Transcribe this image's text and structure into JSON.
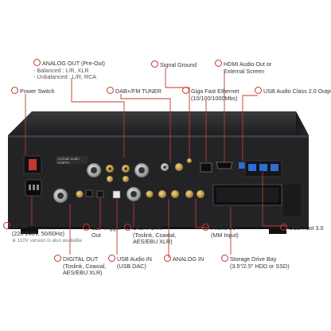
{
  "callouts": {
    "analog_out": {
      "title": "ANALOG OUT (Pre-Out)",
      "balanced": "- Balanced : L/R, XLR",
      "unbalanced": "- Unbalanced : L/R, RCA"
    },
    "signal_ground": "Signal Ground",
    "hdmi_audio_out": {
      "line1": "HDMI Audio Out or",
      "line2": "External Screen"
    },
    "power_switch": "Power Switch",
    "dab_fm_tuner": "DAB+/FM TUNER",
    "giga_ethernet": {
      "line1": "Giga Fast Ethernet",
      "line2": "(10/100/1000Mbs)"
    },
    "usb_audio_class": "USB Audio Class 2.0 Output",
    "ac_in": {
      "title": "AC IN",
      "spec": "(220-240V, 50/60Hz)",
      "note": "※ 110V version is also available"
    },
    "trigger_out": {
      "line1": "12V Trigger",
      "line2": "Out"
    },
    "digital_in": {
      "title": "DIGITAL IN",
      "line2": "(Toslink, Coaxial,",
      "line3": "AES/EBU XLR)"
    },
    "phono_in": {
      "title": "Phono IN",
      "line2": "(MM Input)"
    },
    "usb_host": "USB Host 3.0",
    "digital_out": {
      "title": "DIGITAL OUT",
      "line2": "(Toslink, Coaxial,",
      "line3": "AES/EBU XLR)"
    },
    "usb_audio_in": {
      "title": "USB Audio IN",
      "line2": "(USB DAC)"
    },
    "analog_in": "ANALOG IN",
    "storage_bay": {
      "title": "Storage Drive Bay",
      "line2": "(3.5\"/2.5\" HDD or SSD)"
    }
  },
  "device": {
    "brand_label": "cocktail audio",
    "model_label": "X45Pro"
  },
  "icons": {
    "callout_marker": "red-circle-marker"
  },
  "colors": {
    "accent": "#c0392b",
    "chassis": "#1c1c1e",
    "gold": "#c9a14a",
    "usb_blue": "#2b6fd6"
  }
}
